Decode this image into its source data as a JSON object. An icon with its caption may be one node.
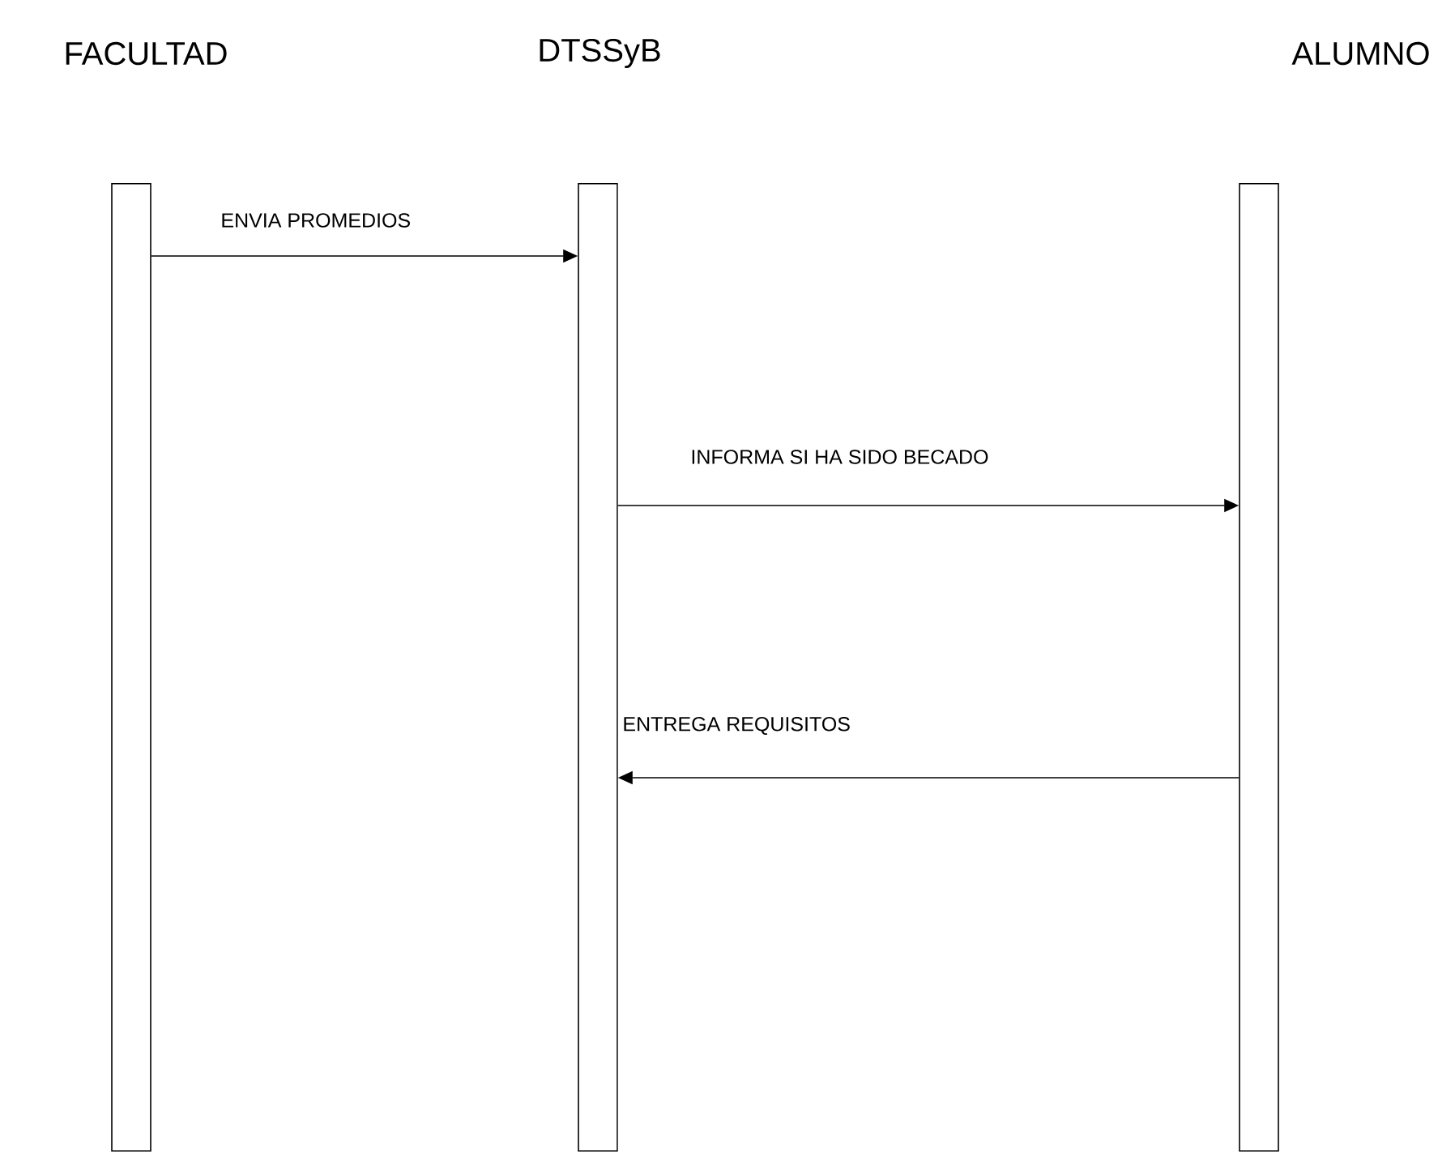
{
  "diagram": {
    "nodes": [
      {
        "text": [
          "FACULTAD"
        ]
      },
      {
        "text": [
          "DTSSyB"
        ]
      },
      {
        "text": [
          "ALUMNO"
        ]
      }
    ],
    "edges": [
      {
        "from": 0,
        "to": 1,
        "arrow": "to",
        "label": "ENVIA PROMEDIOS"
      },
      {
        "from": 1,
        "to": 2,
        "arrow": "to",
        "label": "INFORMA SI HA SIDO BECADO"
      },
      {
        "from": 2,
        "to": 1,
        "arrow": "to",
        "label": "ENTREGA REQUISITOS"
      }
    ]
  }
}
